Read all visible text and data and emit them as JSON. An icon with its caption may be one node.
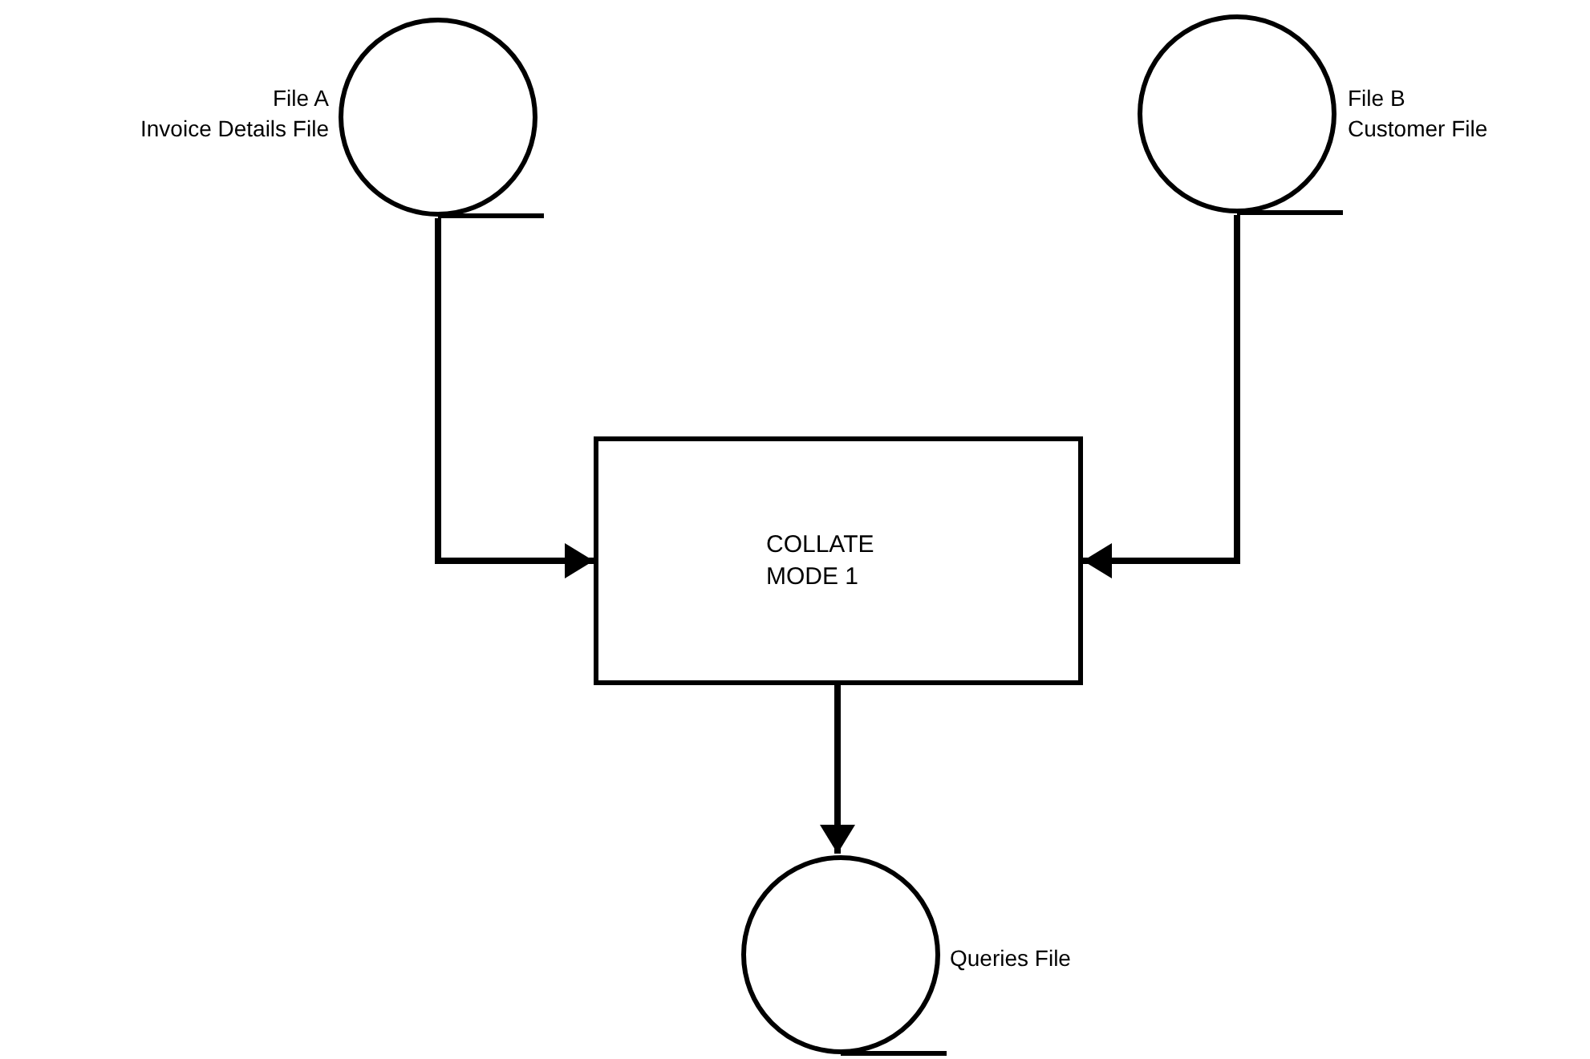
{
  "diagram": {
    "nodes": [
      {
        "text": [],
        "shape": "circle",
        "beside": [
          "File A",
          "Invoice Details File"
        ]
      },
      {
        "text": [],
        "shape": "circle",
        "beside": [
          "File B",
          "Customer File"
        ]
      },
      {
        "text": [
          "COLLATE MODE 1"
        ]
      },
      {
        "text": [],
        "shape": "circle",
        "beside": [
          "Queries File"
        ]
      }
    ],
    "edges": [
      {
        "from": 0,
        "to": 2,
        "arrow": "to"
      },
      {
        "from": 1,
        "to": 2,
        "arrow": "to"
      },
      {
        "from": 2,
        "to": 3,
        "arrow": "to"
      }
    ]
  }
}
